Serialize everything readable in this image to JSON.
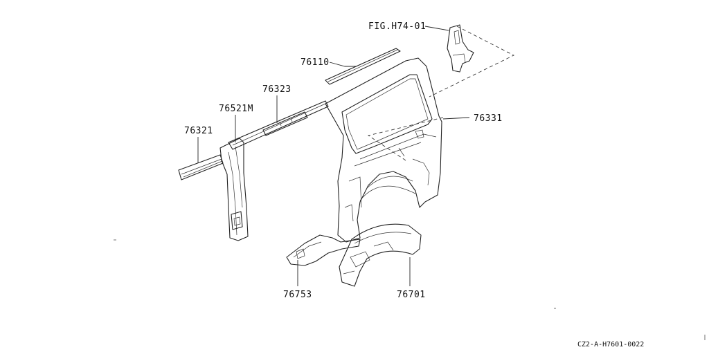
{
  "labels": {
    "fig_ref": "FIG.H74-01",
    "p76110": "76110",
    "p76323": "76323",
    "p76521m": "76521M",
    "p76321": "76321",
    "p76331": "76331",
    "p76753": "76753",
    "p76701": "76701"
  },
  "drawing_code": "CZ2-A-H7601-0022"
}
